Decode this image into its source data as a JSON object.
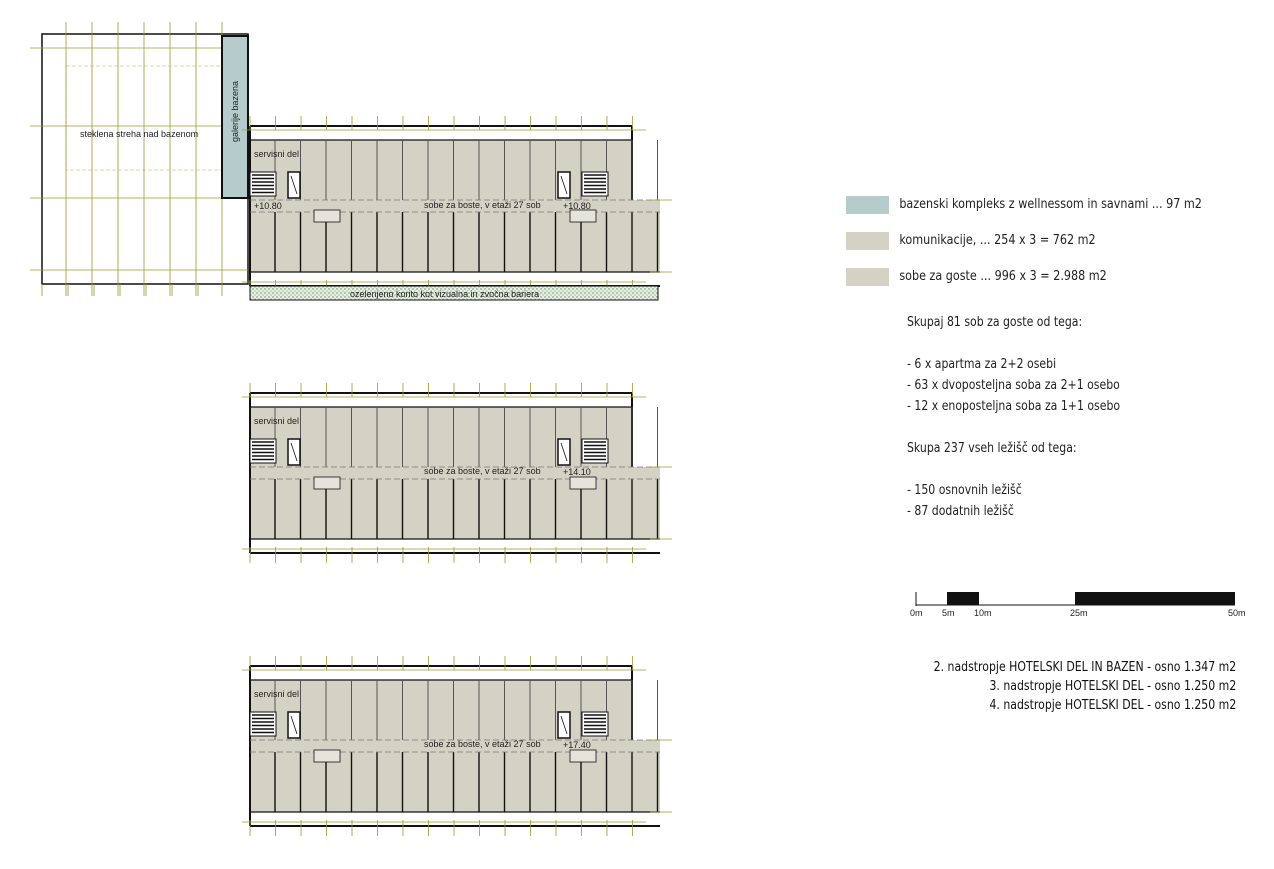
{
  "colors": {
    "pool": "#b6cccc",
    "corridor": "#d4d2c4",
    "rooms": "#d4d2c4",
    "grid": "#9a9a33",
    "wall": "#111111"
  },
  "plans": {
    "floor2": {
      "glass_roof_label": "steklena streha nad bazenom",
      "pool_gallery_label": "galerije bazena",
      "service_label": "servisni del",
      "rooms_label": "sobe za boste, v etaži 27 sob",
      "level_left": "+10.80",
      "level_right": "+10.80",
      "green_barrier_label": "ozelenjeno korito kot vizualna in zvočna bariera"
    },
    "floor3": {
      "service_label": "servisni del",
      "rooms_label": "sobe za boste, v etaži 27 sob",
      "level_right": "+14.10"
    },
    "floor4": {
      "service_label": "servisni del",
      "rooms_label": "sobe za boste, v etaži 27 sob",
      "level_right": "+17.40"
    }
  },
  "legend": [
    {
      "color": "#b6cccc",
      "label": "bazenski kompleks z wellnessom in savnami ... 97 m2"
    },
    {
      "color": "#d4d2c4",
      "label": "komunikacije, ... 254 x 3 = 762 m2"
    },
    {
      "color": "#d4d2c4",
      "label": "sobe za goste ... 996 x 3 = 2.988 m2"
    }
  ],
  "notes": {
    "rooms_heading": "Skupaj 81 sob za goste od tega:",
    "rooms": [
      "- 6 x apartma za 2+2 osebi",
      "- 63 x dvoposteljna soba za 2+1 osebo",
      "- 12 x enoposteljna soba za 1+1 osebo"
    ],
    "beds_heading": "Skupa 237 vseh ležišč od tega:",
    "beds": [
      "- 150 osnovnih ležišč",
      "- 87 dodatnih ležišč"
    ]
  },
  "scale_bar": {
    "ticks": [
      "0m",
      "5m",
      "10m",
      "25m",
      "50m"
    ]
  },
  "summary": [
    "2. nadstropje HOTELSKI DEL IN BAZEN - osno 1.347 m2",
    "3. nadstropje HOTELSKI DEL - osno 1.250 m2",
    "4. nadstropje HOTELSKI DEL - osno 1.250 m2"
  ]
}
